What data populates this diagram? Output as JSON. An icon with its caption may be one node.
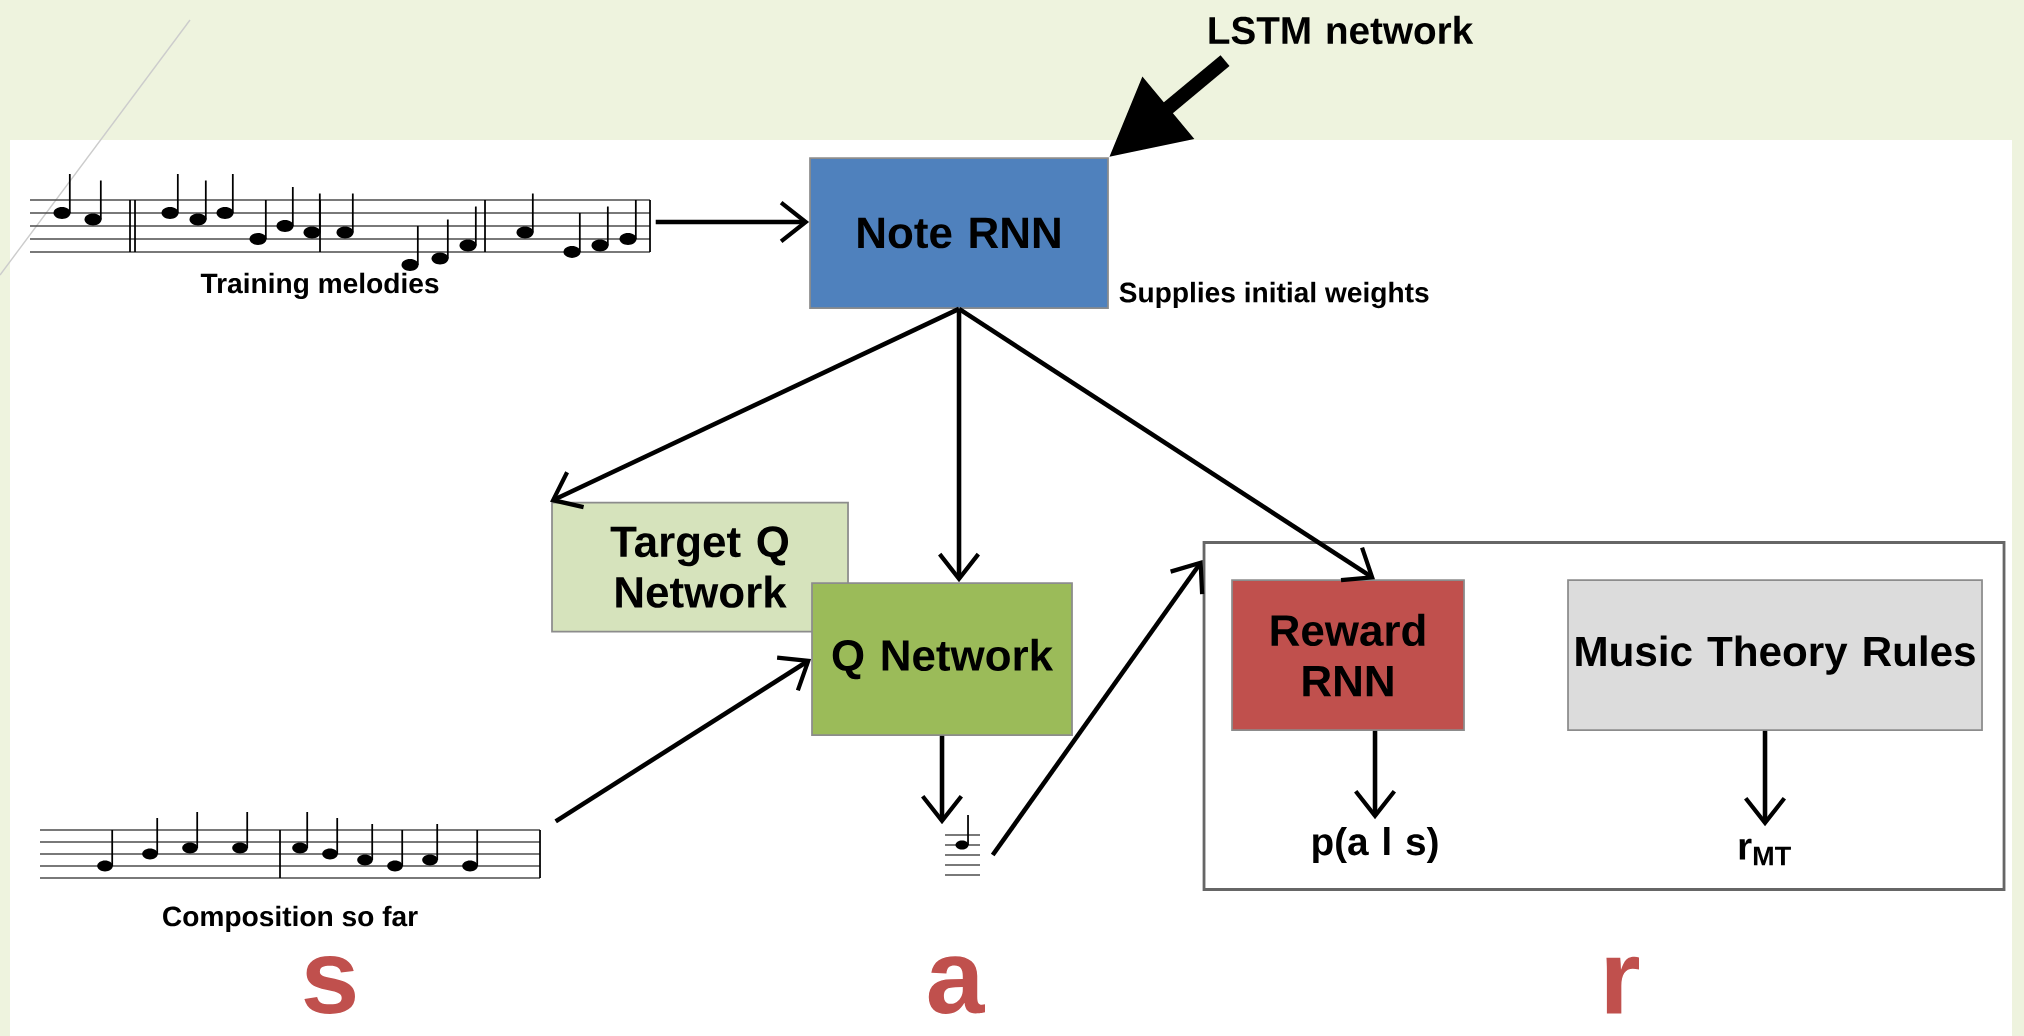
{
  "diagram": {
    "nodes": [
      {
        "text": [
          "LSTM network"
        ]
      },
      {
        "text": [],
        "shape": "picture",
        "beside": [
          "Training melodies"
        ]
      },
      {
        "text": [
          "Note RNN"
        ],
        "beside": [
          "Supplies initial weights"
        ]
      },
      {
        "text": [
          "Target Q Network"
        ]
      },
      {
        "text": [
          "Q Network"
        ]
      },
      {
        "text": [],
        "shape": "box"
      },
      {
        "text": [
          "Reward RNN"
        ],
        "in": 5
      },
      {
        "text": [
          "Music Theory Rules"
        ],
        "in": 5
      },
      {
        "text": [
          "p(a l s)"
        ],
        "in": 5
      },
      {
        "text": [
          "r$_{MT}$"
        ],
        "in": 5
      },
      {
        "text": [],
        "shape": "picture",
        "beside": [
          "Composition so far"
        ]
      },
      {
        "text": [],
        "shape": "picture"
      }
    ],
    "edges": [
      {
        "from": 0,
        "to": 2,
        "arrow": "to",
        "style": "thick"
      },
      {
        "from": 1,
        "to": 2,
        "arrow": "to"
      },
      {
        "from": 2,
        "to": 3,
        "arrow": "to"
      },
      {
        "from": 2,
        "to": 4,
        "arrow": "to"
      },
      {
        "from": 2,
        "to": 6,
        "arrow": "to"
      },
      {
        "from": 10,
        "to": 4,
        "arrow": "to"
      },
      {
        "from": 4,
        "to": 11,
        "arrow": "to"
      },
      {
        "from": 11,
        "to": 5,
        "arrow": "to"
      },
      {
        "from": 6,
        "to": 8,
        "arrow": "to"
      },
      {
        "from": 7,
        "to": 9,
        "arrow": "to"
      }
    ],
    "labels": [
      "s",
      "a",
      "r"
    ]
  }
}
